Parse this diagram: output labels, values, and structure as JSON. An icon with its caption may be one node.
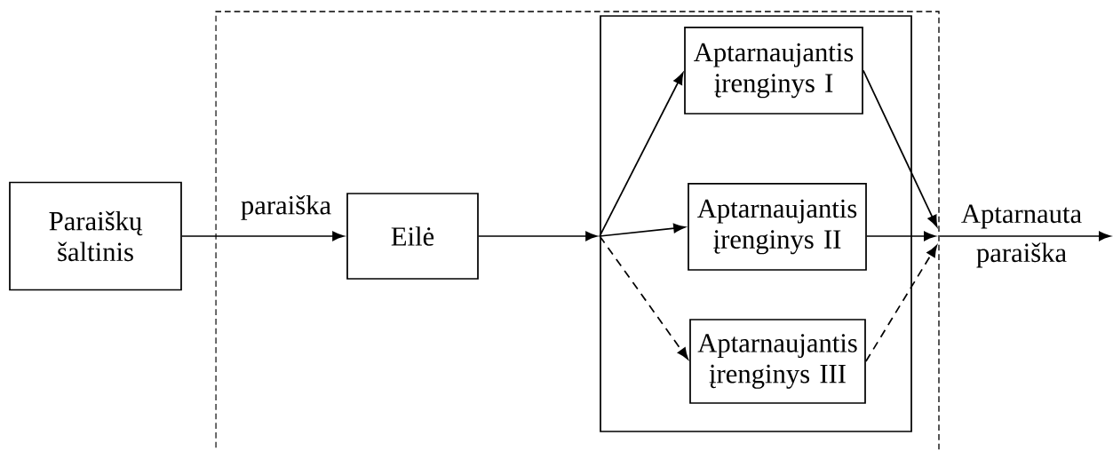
{
  "diagram": {
    "nodes": [
      {
        "text": [
          "Paraiškų šaltinis"
        ]
      },
      {
        "text": [],
        "shape": "box"
      },
      {
        "text": [
          "Eilė"
        ],
        "in": 1
      },
      {
        "text": [],
        "shape": "box",
        "in": 1
      },
      {
        "text": [
          "Aptarnaujantis įrenginys I"
        ],
        "in": 3
      },
      {
        "text": [
          "Aptarnaujantis įrenginys II"
        ],
        "in": 3
      },
      {
        "text": [
          "Aptarnaujantis įrenginys III"
        ],
        "in": 3
      }
    ],
    "edges": [
      {
        "from": 0,
        "to": 2,
        "arrow": "to",
        "label": "paraiška"
      },
      {
        "from": 2,
        "to": 3,
        "arrow": "to"
      },
      {
        "from": 3,
        "to": 4,
        "arrow": "to"
      },
      {
        "from": 3,
        "to": 5,
        "arrow": "to"
      },
      {
        "from": 3,
        "to": 6,
        "arrow": "to",
        "style": "dashed"
      },
      {
        "from": 4,
        "to": null,
        "arrow": "to"
      },
      {
        "from": 5,
        "to": null,
        "arrow": "to"
      },
      {
        "from": 6,
        "to": null,
        "arrow": "to",
        "style": "dashed"
      },
      {
        "from": 1,
        "to": null,
        "arrow": "to",
        "label": "Aptarnauta paraiška"
      }
    ]
  }
}
